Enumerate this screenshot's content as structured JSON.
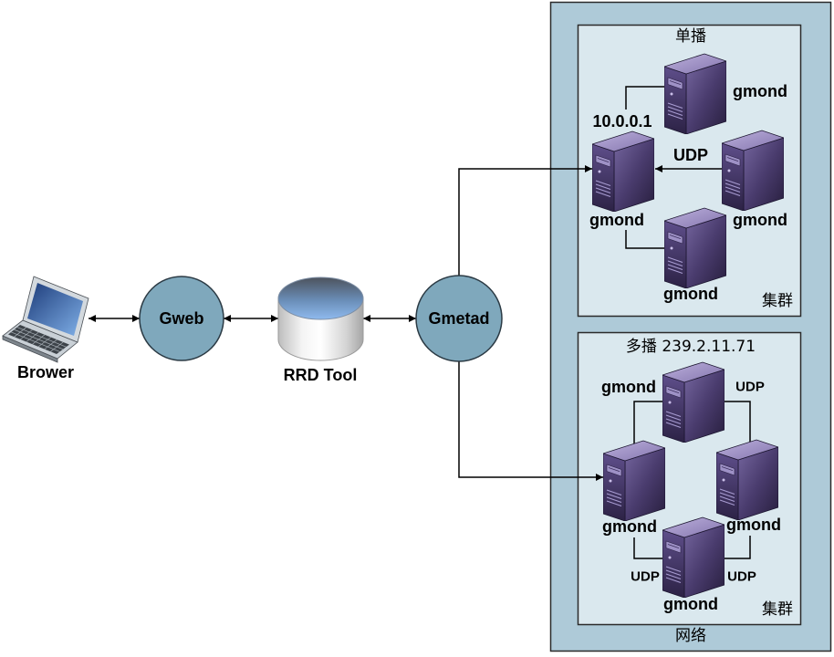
{
  "browser": {
    "label": "Brower",
    "icon": "laptop-icon"
  },
  "gweb": {
    "label": "Gweb"
  },
  "rrdtool": {
    "label": "RRD Tool",
    "icon": "database-icon"
  },
  "gmetad": {
    "label": "Gmetad"
  },
  "network": {
    "label": "网络",
    "unicast": {
      "title": "单播",
      "footer": "集群",
      "ip": "10.0.0.1",
      "protocol": "UDP",
      "nodes": [
        {
          "label": "gmond",
          "icon": "server-icon"
        },
        {
          "label": "gmond",
          "icon": "server-icon"
        },
        {
          "label": "gmond",
          "icon": "server-icon"
        },
        {
          "label": "gmond",
          "icon": "server-icon"
        }
      ]
    },
    "multicast": {
      "title": "多播 239.2.11.71",
      "footer": "集群",
      "protocols": [
        "UDP",
        "UDP",
        "UDP"
      ],
      "nodes": [
        {
          "label": "gmond",
          "icon": "server-icon"
        },
        {
          "label": "gmond",
          "icon": "server-icon"
        },
        {
          "label": "gmond",
          "icon": "server-icon"
        },
        {
          "label": "gmond",
          "icon": "server-icon"
        }
      ]
    }
  },
  "colors": {
    "node_fill": "#7fa8bc",
    "network_fill": "#aecad8",
    "cluster_fill": "#dae8ee"
  }
}
